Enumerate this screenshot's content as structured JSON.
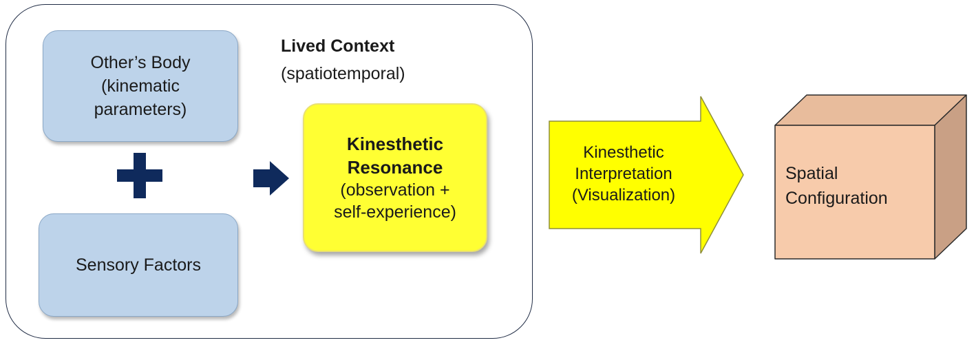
{
  "lived_context": {
    "title": "Lived Context",
    "subtitle": "(spatiotemporal)"
  },
  "others_body": {
    "lines": [
      "Other’s Body",
      "(kinematic",
      "parameters)"
    ]
  },
  "sensory_factors": {
    "label": "Sensory Factors"
  },
  "resonance": {
    "title_lines": [
      "Kinesthetic",
      "Resonance"
    ],
    "sub_lines": [
      "(observation +",
      "self-experience)"
    ]
  },
  "interpretation": {
    "lines": [
      "Kinesthetic",
      "Interpretation",
      "(Visualization)"
    ]
  },
  "spatial": {
    "lines": [
      "Spatial",
      "Configuration"
    ]
  },
  "colors": {
    "blue_box": "#bdd3ea",
    "resonance_box": "#ffff33",
    "arrow_fill": "#ffff00",
    "cube_front": "#f7cbab",
    "cube_side": "#c9a085",
    "cube_top": "#e8bc9c",
    "navy": "#0f2a5c"
  },
  "icons": {
    "plus": "plus-icon",
    "small_arrow": "arrow-right-icon"
  }
}
